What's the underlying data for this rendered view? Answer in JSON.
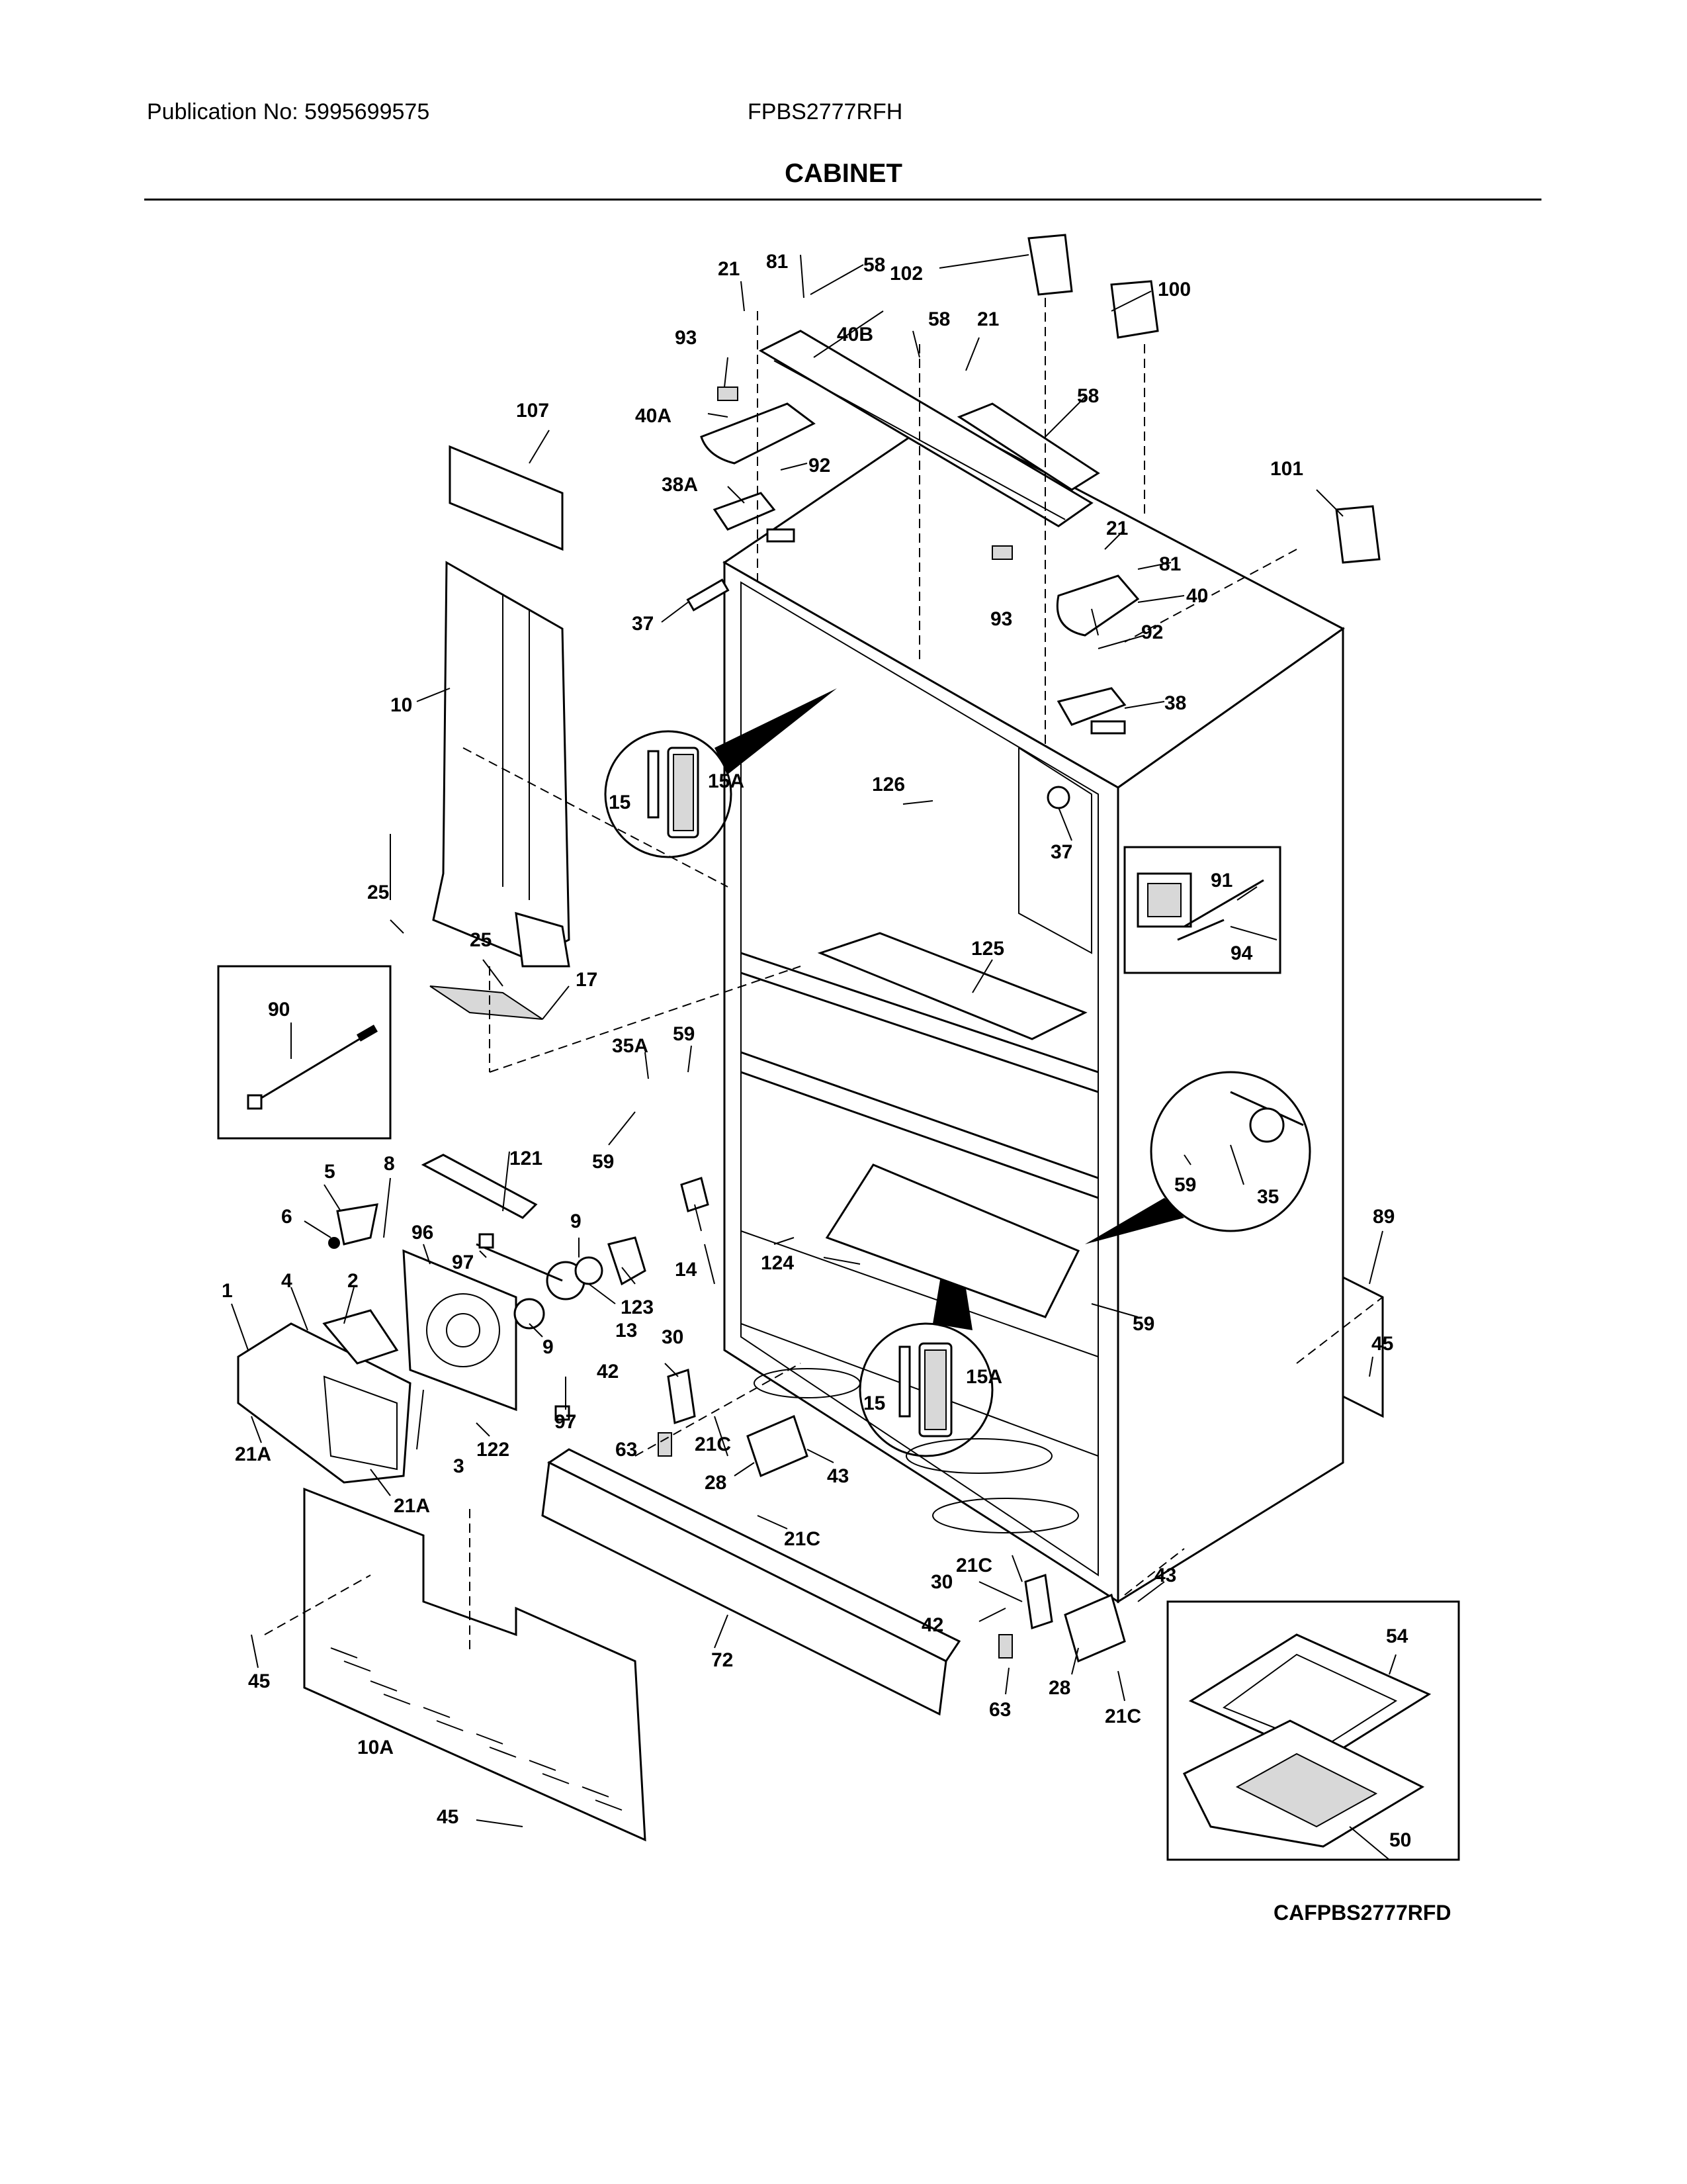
{
  "header": {
    "publication": "Publication No: 5995699575",
    "model": "FPBS2777RFH"
  },
  "title": "CABINET",
  "diagram_code": "CAFPBS2777RFD",
  "part_labels": {
    "p1": "1",
    "p2": "2",
    "p3": "3",
    "p4": "4",
    "p5": "5",
    "p6": "6",
    "p8": "8",
    "p9a": "9",
    "p9b": "9",
    "p10": "10",
    "p10A": "10A",
    "p13": "13",
    "p14": "14",
    "p15a": "15",
    "p15b": "15",
    "p15Aa": "15A",
    "p15Ab": "15A",
    "p17": "17",
    "p21a": "21",
    "p21b": "21",
    "p21c": "21",
    "p21Aa": "21A",
    "p21Ab": "21A",
    "p21Ca": "21C",
    "p21Cb": "21C",
    "p21Cc": "21C",
    "p21Cd": "21C",
    "p25a": "25",
    "p25b": "25",
    "p28a": "28",
    "p28b": "28",
    "p30a": "30",
    "p30b": "30",
    "p35": "35",
    "p35A": "35A",
    "p37a": "37",
    "p37b": "37",
    "p38": "38",
    "p38A": "38A",
    "p40": "40",
    "p40A": "40A",
    "p40B": "40B",
    "p42a": "42",
    "p42b": "42",
    "p43a": "43",
    "p43b": "43",
    "p45a": "45",
    "p45b": "45",
    "p45c": "45",
    "p50": "50",
    "p54": "54",
    "p58a": "58",
    "p58b": "58",
    "p58c": "58",
    "p59a": "59",
    "p59b": "59",
    "p59c": "59",
    "p59d": "59",
    "p63a": "63",
    "p63b": "63",
    "p72": "72",
    "p81a": "81",
    "p81b": "81",
    "p89": "89",
    "p90": "90",
    "p91": "91",
    "p92a": "92",
    "p92b": "92",
    "p93a": "93",
    "p93b": "93",
    "p94": "94",
    "p96": "96",
    "p97a": "97",
    "p97b": "97",
    "p100": "100",
    "p101": "101",
    "p102": "102",
    "p107": "107",
    "p121": "121",
    "p122": "122",
    "p123": "123",
    "p124": "124",
    "p125": "125",
    "p126": "126"
  }
}
